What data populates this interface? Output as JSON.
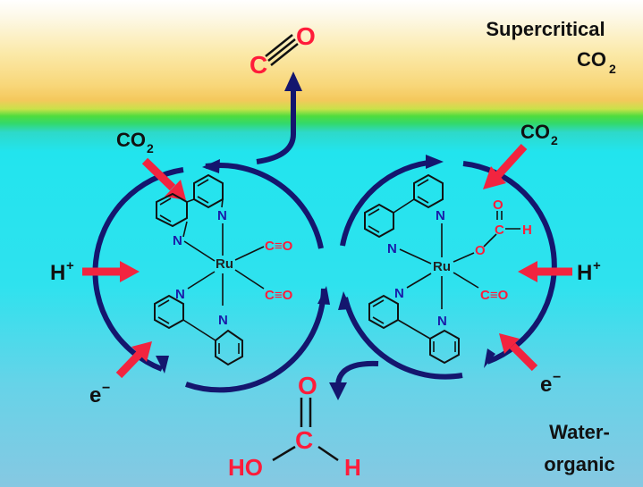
{
  "phases": {
    "top_line1": "Supercritical",
    "top_line2": "CO",
    "top_sub": "2",
    "bottom_line1": "Water-",
    "bottom_line2": "organic"
  },
  "product_top": {
    "c": "C",
    "o": "O"
  },
  "product_bottom": {
    "o": "O",
    "c": "C",
    "ho": "HO",
    "h": "H"
  },
  "inputs": {
    "co2": "CO",
    "co2_sub": "2",
    "h_plus": "H",
    "h_sup": "+",
    "e_minus": "e",
    "e_sup": "−"
  },
  "complex_left": {
    "metal": "Ru",
    "n": "N",
    "ligand": "C≡O"
  },
  "complex_right": {
    "metal": "Ru",
    "n": "N",
    "formate_o": "O",
    "formate_c": "C",
    "formate_h": "H",
    "ligand": "C≡O"
  },
  "colors": {
    "cycle": "#14166e",
    "arrow": "#f2243f",
    "product": "#ff1c3a",
    "nitrogen": "#1a1aa8"
  }
}
